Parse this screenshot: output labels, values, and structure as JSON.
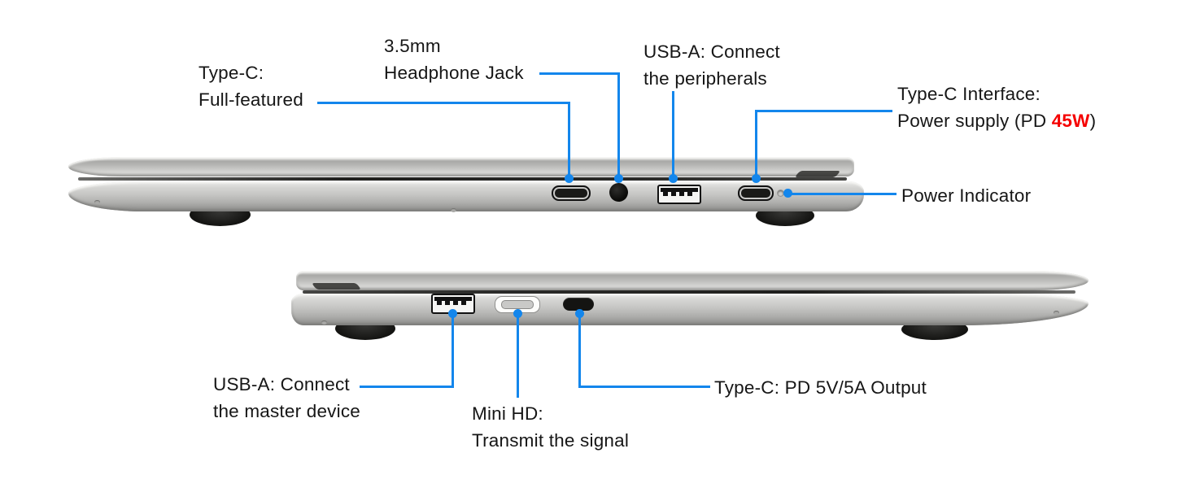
{
  "colors": {
    "accent": "#1386ec",
    "highlight": "#f50000",
    "text": "#161616"
  },
  "top_view": {
    "callouts": {
      "type_c_full": {
        "line1": "Type-C:",
        "line2": "Full-featured"
      },
      "headphone_jack": {
        "line1": "3.5mm",
        "line2": "Headphone Jack"
      },
      "usb_a": {
        "line1": "USB-A: Connect",
        "line2": "the peripherals"
      },
      "type_c_power": {
        "line1": "Type-C Interface:",
        "line2_prefix": "Power supply (PD ",
        "line2_value": "45W",
        "line2_suffix": ")"
      },
      "power_indicator": {
        "text": "Power Indicator"
      }
    },
    "ports": [
      "type-c-port",
      "headphone-jack",
      "usb-a-port",
      "type-c-port",
      "power-indicator-led"
    ]
  },
  "bottom_view": {
    "callouts": {
      "usb_a": {
        "line1": "USB-A: Connect",
        "line2": "the master device"
      },
      "mini_hd": {
        "line1": "Mini HD:",
        "line2": "Transmit the signal"
      },
      "type_c_output": {
        "text": "Type-C: PD 5V/5A Output"
      }
    },
    "ports": [
      "usb-a-port",
      "mini-hdmi-port",
      "type-c-port"
    ]
  }
}
